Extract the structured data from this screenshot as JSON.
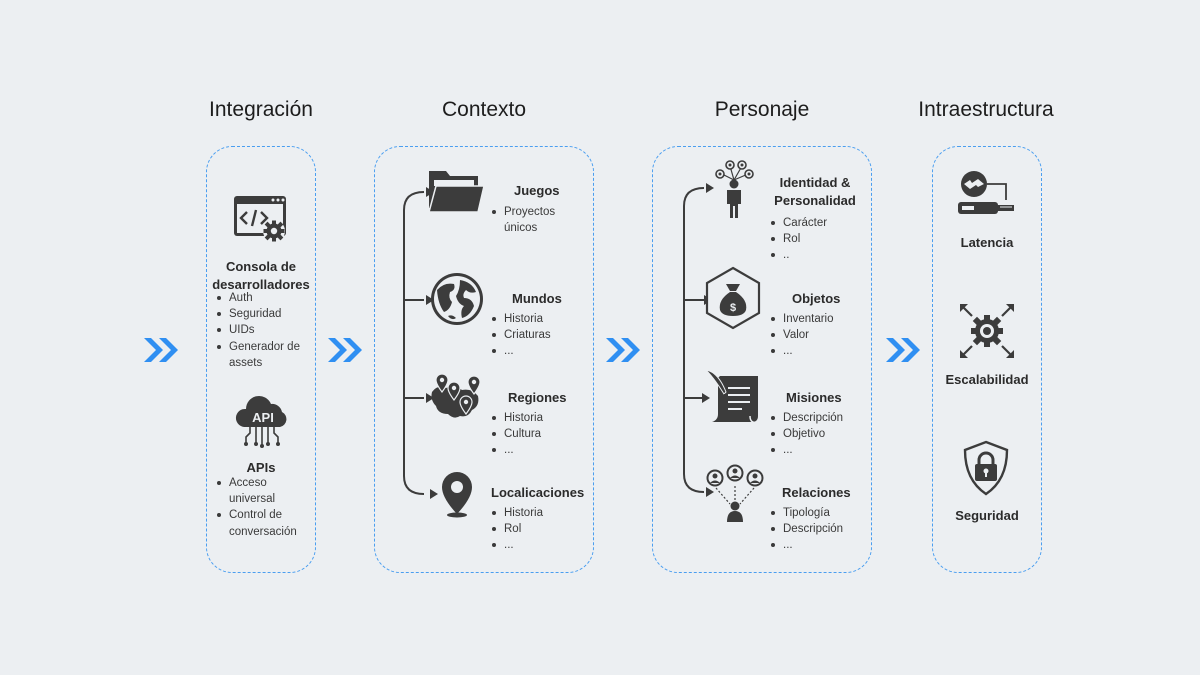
{
  "columns": {
    "integracion": "Integración",
    "contexto": "Contexto",
    "personaje": "Personaje",
    "infraestructura": "Intraestructura"
  },
  "integracion": {
    "consola": {
      "title": "Consola de desarrolladores",
      "items": [
        "Auth",
        "Seguridad",
        "UIDs",
        "Generador de assets"
      ]
    },
    "apis": {
      "title": "APIs",
      "badge": "API",
      "items": [
        "Acceso universal",
        "Control de conversación"
      ]
    }
  },
  "contexto": {
    "juegos": {
      "title": "Juegos",
      "items": [
        "Proyectos únicos"
      ]
    },
    "mundos": {
      "title": "Mundos",
      "items": [
        "Historia",
        "Criaturas",
        "..."
      ]
    },
    "regiones": {
      "title": "Regiones",
      "items": [
        "Historia",
        "Cultura",
        "..."
      ]
    },
    "localicaciones": {
      "title": "Localicaciones",
      "items": [
        "Historia",
        "Rol",
        "..."
      ]
    }
  },
  "personaje": {
    "identidad": {
      "title": "Identidad & Personalidad",
      "items": [
        "Carácter",
        "Rol",
        ".."
      ]
    },
    "objetos": {
      "title": "Objetos",
      "items": [
        "Inventario",
        "Valor",
        "..."
      ]
    },
    "misiones": {
      "title": "Misiones",
      "items": [
        "Descripción",
        "Objetivo",
        "..."
      ]
    },
    "relaciones": {
      "title": "Relaciones",
      "items": [
        "Tipología",
        "Descripción",
        "..."
      ]
    }
  },
  "infraestructura": {
    "latencia": "Latencia",
    "escalabilidad": "Escalabilidad",
    "seguridad": "Seguridad"
  },
  "colors": {
    "accent": "#2f8ff2",
    "icon": "#3c3c3c",
    "background": "#eceff2"
  },
  "icons": [
    "code-window-gear-icon",
    "api-cloud-icon",
    "folder-icon",
    "globe-icon",
    "map-pins-icon",
    "location-pin-icon",
    "person-network-icon",
    "money-bag-hexagon-icon",
    "scroll-quill-icon",
    "people-network-icon",
    "router-icon",
    "gear-arrows-icon",
    "shield-lock-icon",
    "chevron-double-icon"
  ]
}
